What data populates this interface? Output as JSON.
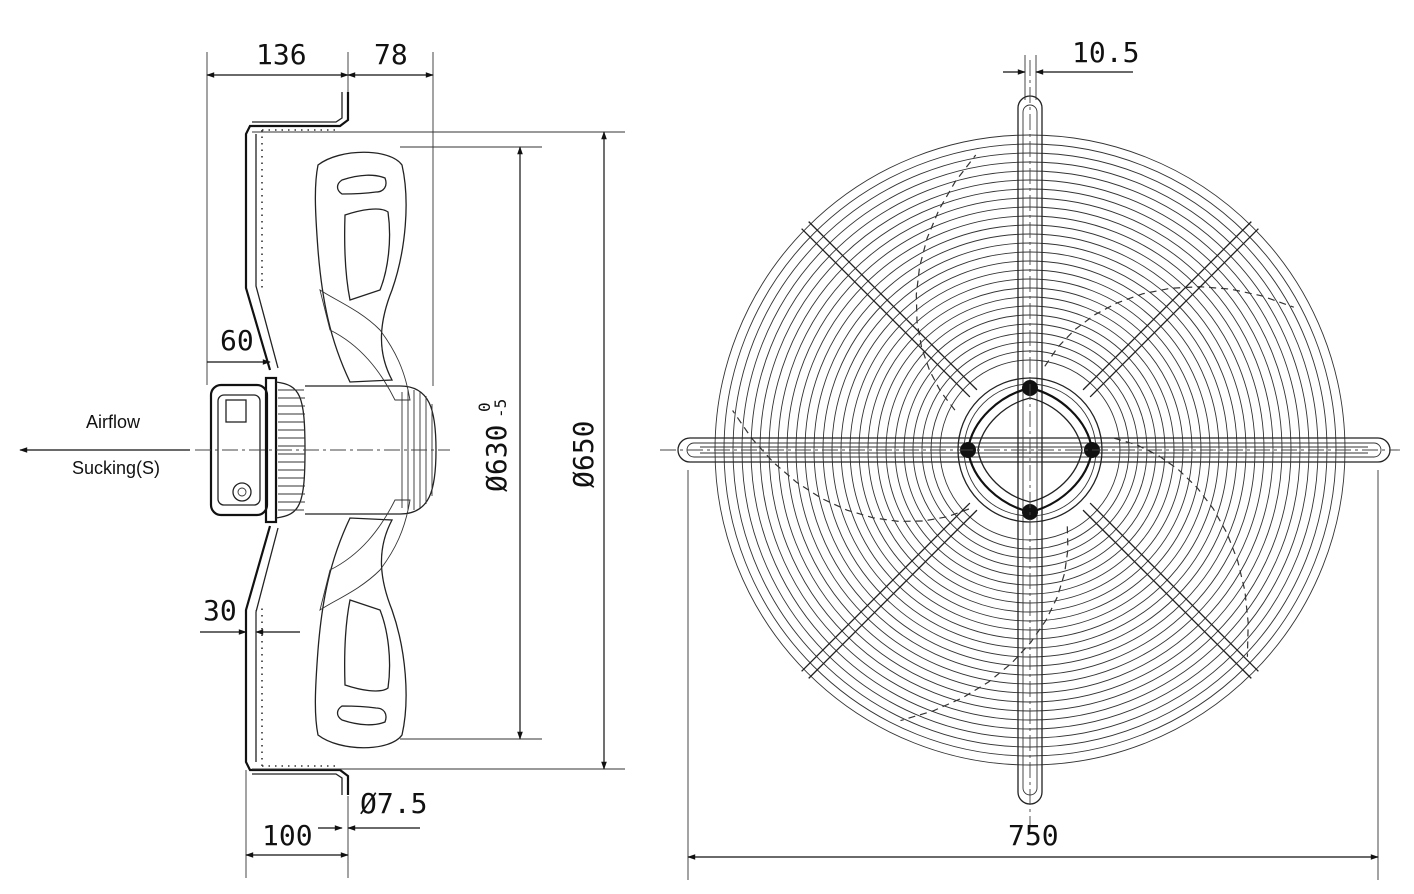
{
  "dimensions": {
    "side_136": "136",
    "side_78": "78",
    "side_60": "60",
    "side_30": "30",
    "side_100": "100",
    "hole_dia": "Ø7.5",
    "impeller_dia": "Ø630",
    "impeller_tol_upper": "0",
    "impeller_tol_lower": "-5",
    "housing_dia": "Ø650",
    "front_10_5": "10.5",
    "front_750": "750"
  },
  "labels": {
    "airflow": "Airflow",
    "sucking": "Sucking(S)"
  }
}
